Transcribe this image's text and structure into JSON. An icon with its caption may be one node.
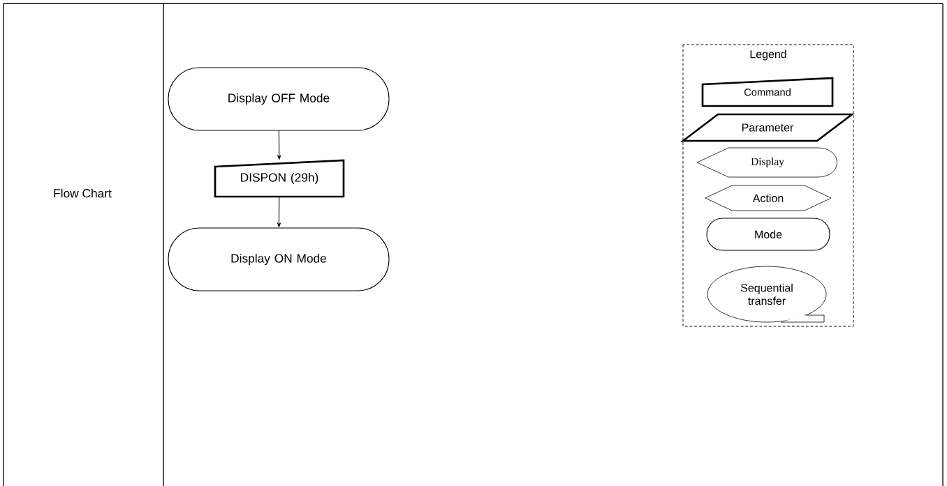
{
  "diagram": {
    "nodes": [
      {
        "text": [
          "Display OFF Mode"
        ]
      },
      {
        "text": [
          "DISPON (29h)"
        ]
      },
      {
        "text": [
          "Display ON Mode"
        ]
      },
      {
        "text": [
          "Legend"
        ]
      },
      {
        "text": [
          "Command"
        ],
        "in": 3
      },
      {
        "text": [
          "Parameter"
        ],
        "in": 3
      },
      {
        "text": [
          "Display"
        ],
        "in": 3
      },
      {
        "text": [
          "Action"
        ],
        "in": 3
      },
      {
        "text": [
          "Mode"
        ],
        "in": 3
      },
      {
        "text": [
          "Sequential transfer"
        ],
        "in": 3
      }
    ],
    "edges": [
      {
        "from": 0,
        "to": 1,
        "arrow": "to"
      },
      {
        "from": 1,
        "to": 2,
        "arrow": "to"
      }
    ],
    "labels": [
      "Flow Chart"
    ]
  }
}
